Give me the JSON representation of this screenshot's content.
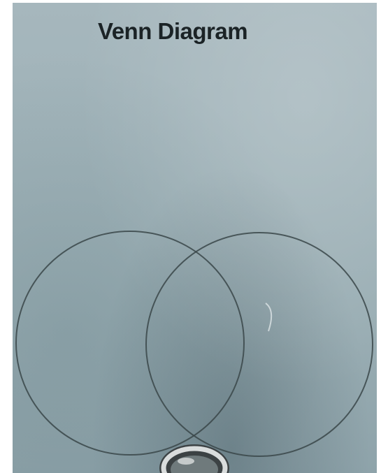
{
  "page": {
    "title": "Venn Diagram"
  },
  "colors": {
    "paper": "#9fb2b8",
    "ink": "#1b2326",
    "circle_stroke": "#3a4649"
  },
  "diagram": {
    "type": "venn",
    "sets": 2
  }
}
